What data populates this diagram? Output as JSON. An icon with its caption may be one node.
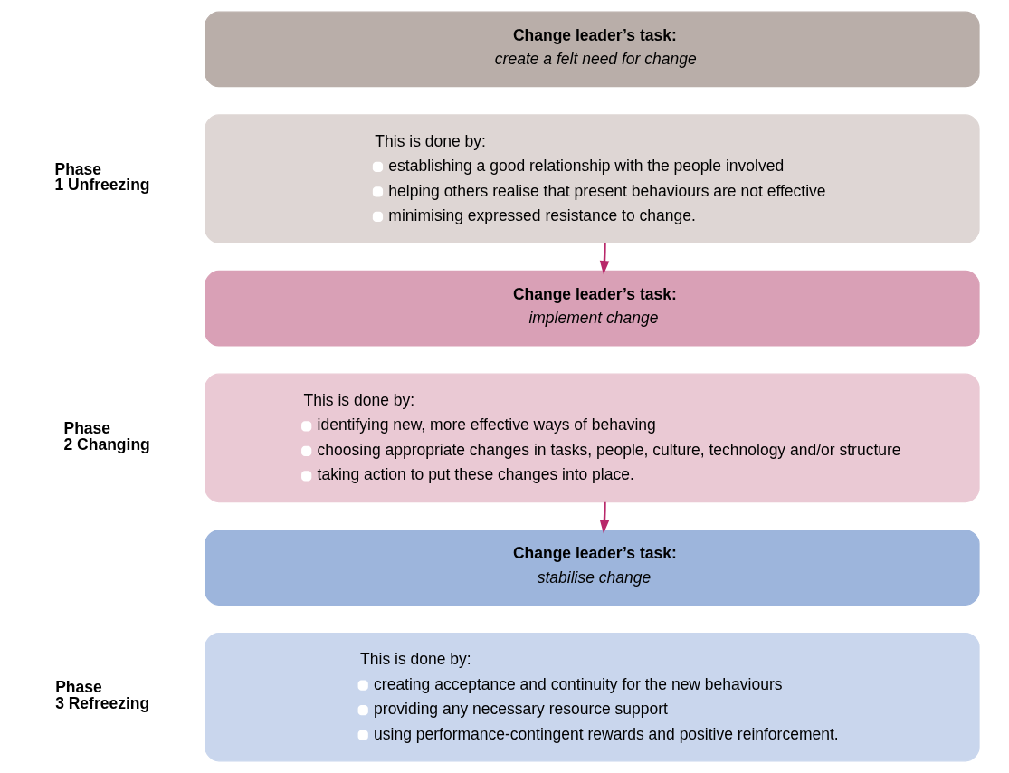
{
  "diagram": {
    "nodes": [
      {
        "text": [
          "Change leader’s task:",
          "create a felt need for change"
        ]
      },
      {
        "text": [
          "This is done by:",
          "establishing a good relationship with the people involved",
          "helping others realise that present behaviours are not effective",
          "minimising expressed resistance to change."
        ]
      },
      {
        "text": [
          "Change leader’s task:",
          "implement change"
        ]
      },
      {
        "text": [
          "This is done by:",
          "identifying new, more effective ways of behaving",
          "choosing appropriate changes in tasks, people, culture, technology and/or structure",
          "taking action to put these changes into place."
        ]
      },
      {
        "text": [
          "Change leader’s task:",
          "stabilise change"
        ]
      },
      {
        "text": [
          "This is done by:",
          "creating acceptance and continuity for the new behaviours",
          "providing any necessary resource support",
          "using performance-contingent rewards and positive reinforcement."
        ]
      }
    ],
    "edges": [
      {
        "from": 1,
        "to": 2,
        "arrow": "to",
        "color": "#b8286a"
      },
      {
        "from": 3,
        "to": 4,
        "arrow": "to",
        "color": "#b8286a"
      }
    ],
    "labels": [
      "Phase 1 Unfreezing",
      "Phase 2 Changing",
      "Phase 3 Refreezing"
    ]
  }
}
